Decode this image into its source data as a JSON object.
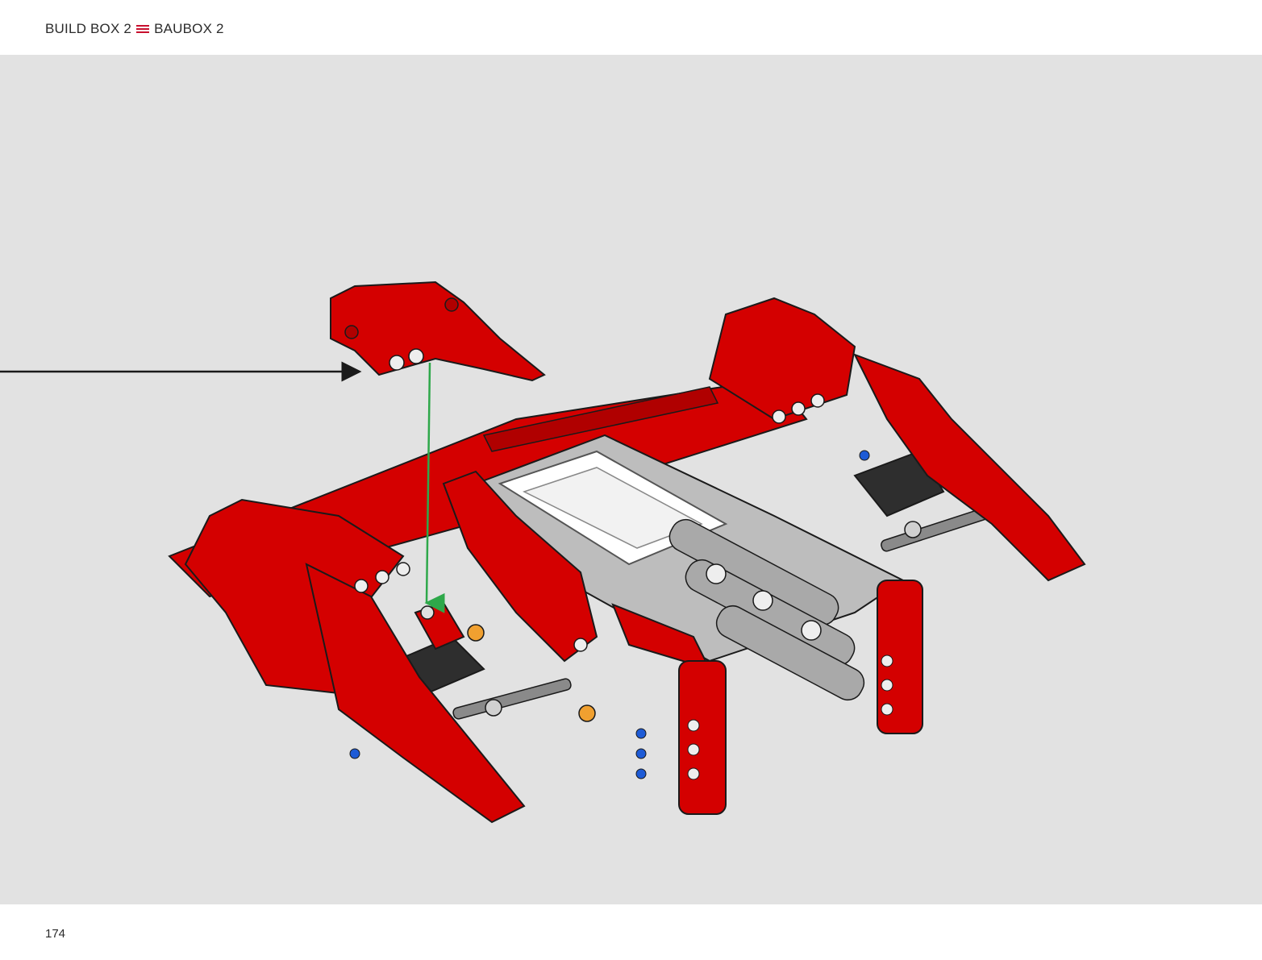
{
  "header": {
    "build_box_label": "BUILD BOX 2",
    "separator_icon": "triple-bar-icon",
    "baubox_label": "BAUBOX 2"
  },
  "footer": {
    "page_number": "174"
  },
  "colors": {
    "page_background": "#ffffff",
    "canvas_background": "#e2e2e2",
    "accent_red": "#c8102e",
    "part_red": "#d40000",
    "part_gray": "#a9a9a9",
    "part_dark": "#2e2e2e",
    "pin_blue": "#1e5bd6",
    "pin_orange": "#f0a030",
    "direction_arrow": "#1a1a1a",
    "placement_line": "#2ea84a"
  }
}
